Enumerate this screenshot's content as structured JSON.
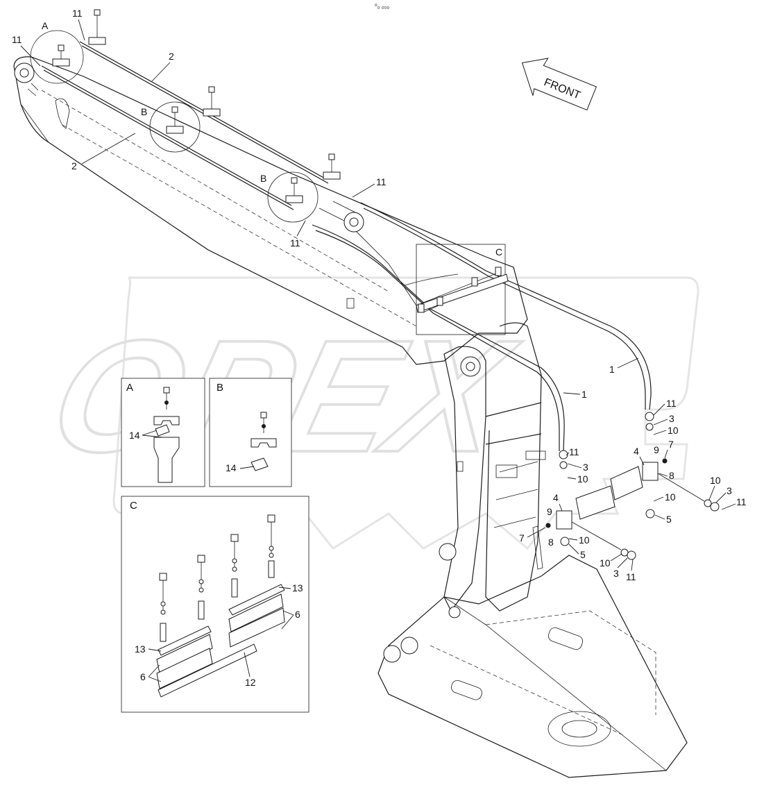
{
  "header": {
    "mark": "⁰₀ ₀₀₀"
  },
  "watermark": {
    "text": "OPEX",
    "color": "#c8c8c8"
  },
  "front_arrow": {
    "label": "FRONT"
  },
  "detail_markers": {
    "A": "A",
    "B1": "B",
    "B2": "B",
    "C": "C"
  },
  "insets": {
    "A": {
      "title": "A",
      "callouts": {
        "c14": "14"
      }
    },
    "B": {
      "title": "B",
      "callouts": {
        "c14": "14"
      }
    },
    "C": {
      "title": "C",
      "callouts": {
        "c13a": "13",
        "c13b": "13",
        "c6a": "6",
        "c6b": "6",
        "c12": "12"
      }
    }
  },
  "callouts": {
    "c11_top": "11",
    "c11_left": "11",
    "c2_top": "2",
    "c2_left": "2",
    "c11_mid": "11",
    "c11_low": "11",
    "c1_right": "1",
    "c1_mid": "1",
    "r_11": "11",
    "r_3": "3",
    "r_10a": "10",
    "r_9": "9",
    "r_7": "7",
    "r_4": "4",
    "r_8": "8",
    "r_10b": "10",
    "r_5": "5",
    "r_10c": "10",
    "r_3b": "3",
    "r_11b": "11",
    "l_11": "11",
    "l_3": "3",
    "l_10a": "10",
    "l_4": "4",
    "l_9": "9",
    "l_7": "7",
    "l_8": "8",
    "l_10b": "10",
    "l_5": "5",
    "l_10c": "10",
    "l_3b": "3",
    "l_11b": "11"
  }
}
